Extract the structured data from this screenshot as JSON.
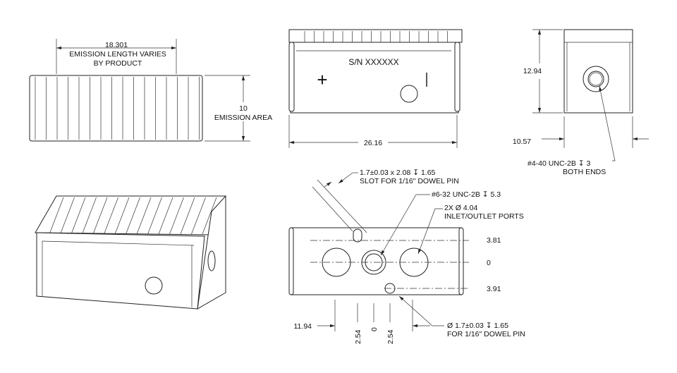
{
  "drawing": {
    "top_view": {
      "length_dim": "18.301",
      "length_note_1": "EMISSION LENGTH VARIES",
      "length_note_2": "BY PRODUCT",
      "height_dim": "10",
      "height_note": "EMISSION AREA"
    },
    "front_view": {
      "serial": "S/N XXXXXX",
      "plus_mark": "+",
      "width_dim": "26.16"
    },
    "side_view": {
      "height_dim": "12.94",
      "offset_dim": "10.57",
      "thread_note_1": "#4-40 UNC-2B ↧ 3",
      "thread_note_2": "BOTH ENDS"
    },
    "bottom_view": {
      "slot_note_1": "1.7±0.03    x 2.08 ↧  1.65",
      "slot_note_2": "SLOT FOR 1/16\" DOWEL PIN",
      "center_thread_note": "#6-32 UNC-2B ↧  5.3",
      "ports_note_1": "2X Ø 4.04",
      "ports_note_2": "INLET/OUTLET PORTS",
      "y_dims": [
        "3.81",
        "0",
        "3.91"
      ],
      "x_dims": [
        "11.94",
        "2.54",
        "0",
        "2.54"
      ],
      "pin_note_1": "Ø 1.7±0.03   ↧ 1.65",
      "pin_note_2": "FOR 1/16\" DOWEL PIN"
    }
  }
}
